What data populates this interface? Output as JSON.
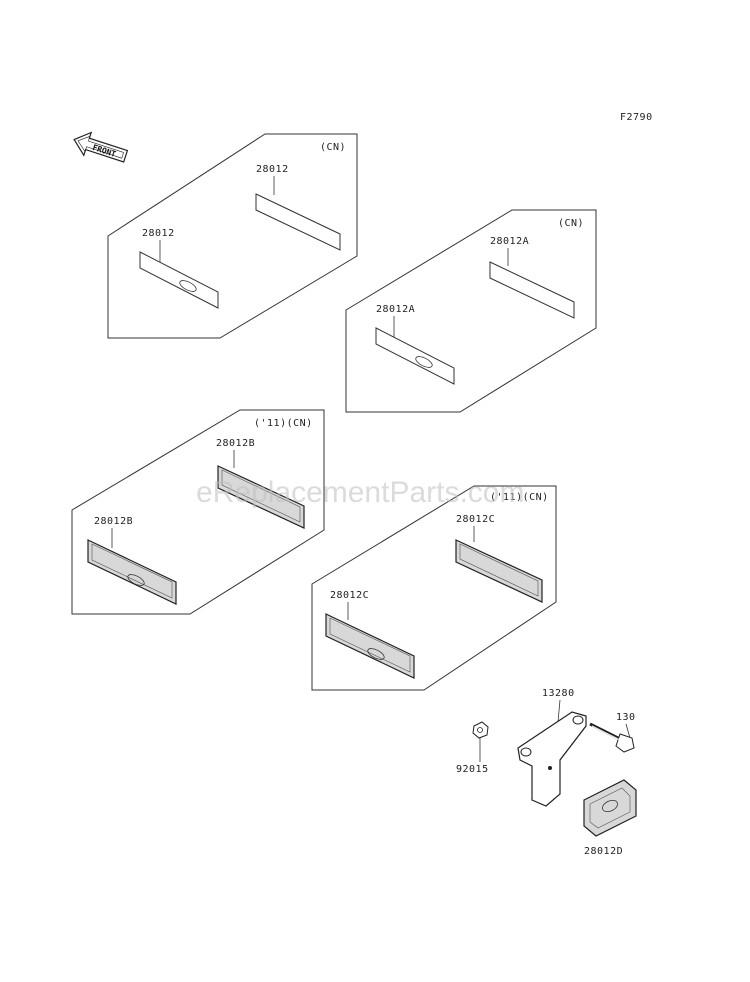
{
  "diagram": {
    "figure_code": "F2790",
    "front_arrow_label": "FRONT",
    "watermark": "eReplacementParts.com",
    "groups": [
      {
        "condition": "(CN)",
        "upper_label": "28012",
        "lower_label": "28012"
      },
      {
        "condition": "(CN)",
        "upper_label": "28012A",
        "lower_label": "28012A"
      },
      {
        "condition": "('11)(CN)",
        "upper_label": "28012B",
        "lower_label": "28012B"
      },
      {
        "condition": "('11)(CN)",
        "upper_label": "28012C",
        "lower_label": "28012C"
      }
    ],
    "bracket_assembly": {
      "bracket": "13280",
      "bolt": "130",
      "nut": "92015",
      "reflector": "28012D"
    }
  }
}
